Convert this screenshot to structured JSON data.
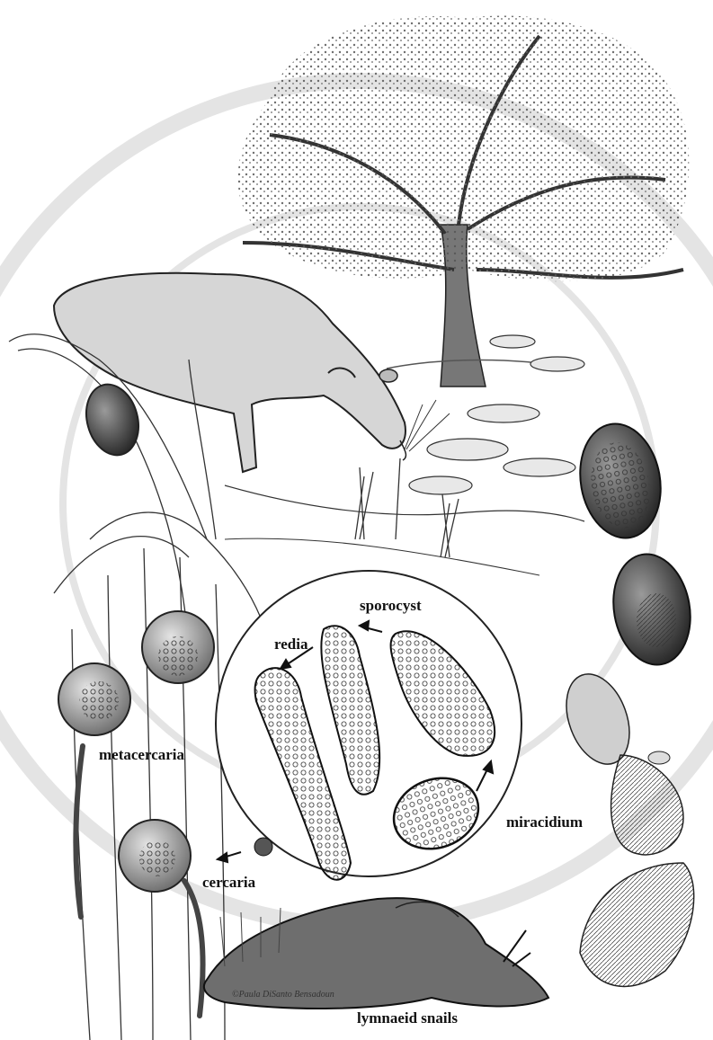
{
  "labels": {
    "sporocyst": "sporocyst",
    "redia": "redia",
    "metacercaria": "metacercaria",
    "miracidium": "miracidium",
    "cercaria": "cercaria",
    "snails": "lymnaeid snails"
  },
  "signature": "©Paula DiSanto Bensadoun",
  "watermark": {
    "color": "#e6e6e6"
  }
}
